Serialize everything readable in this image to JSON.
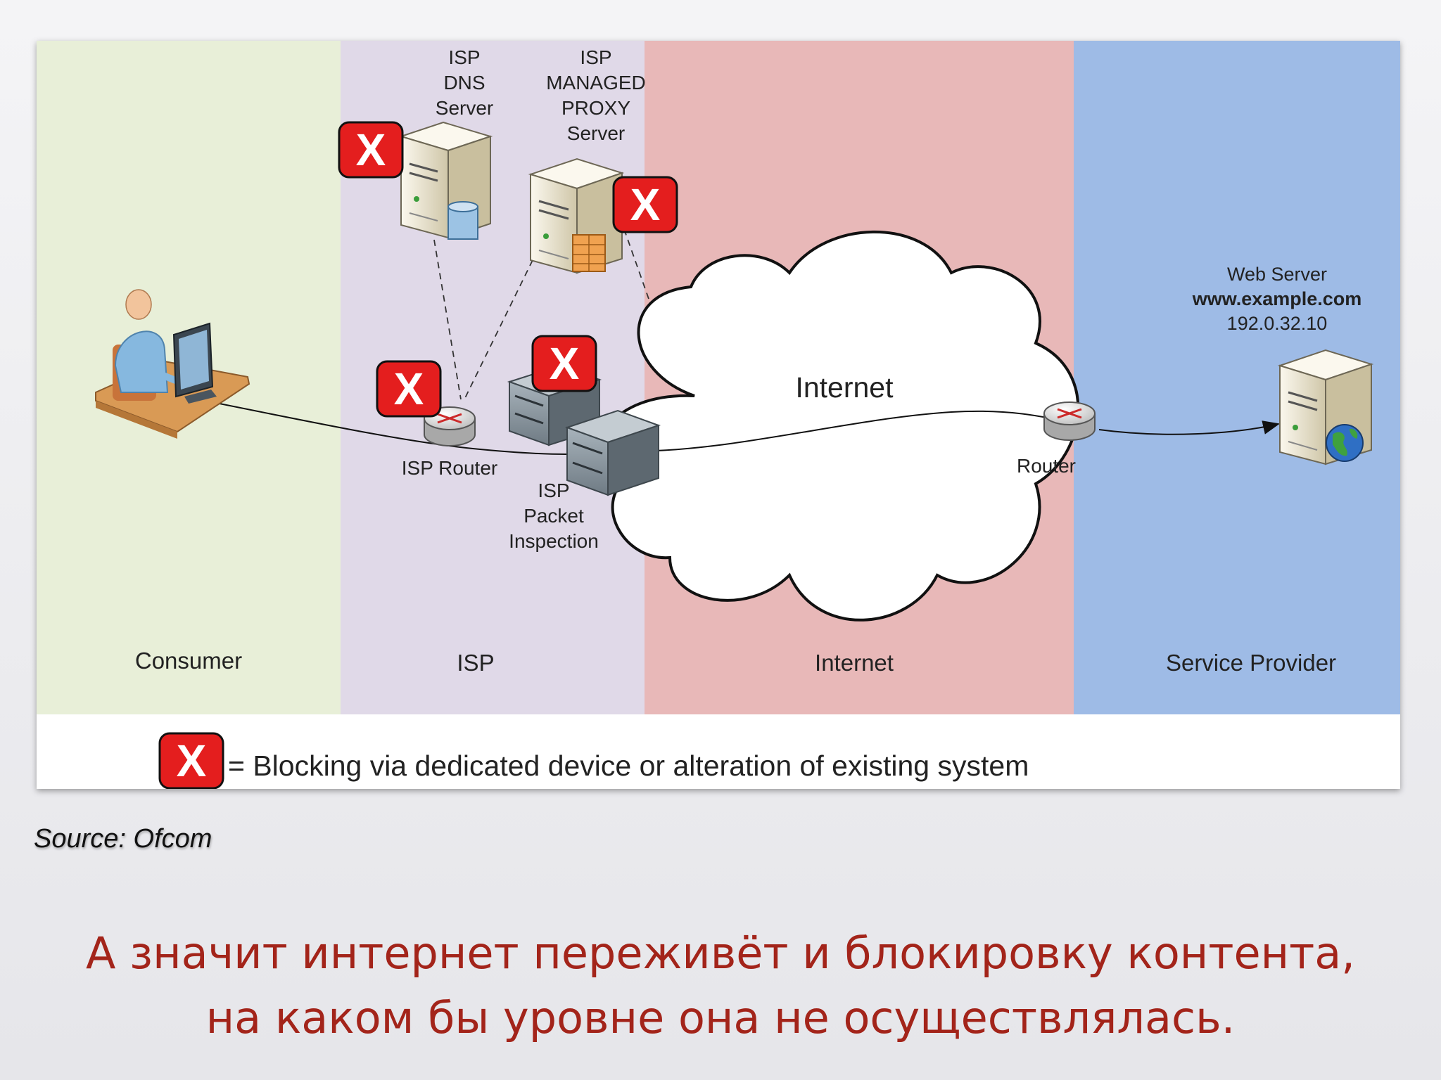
{
  "diagram": {
    "zones": {
      "consumer": {
        "label": "Consumer",
        "color": "#e8efd8"
      },
      "isp": {
        "label": "ISP",
        "color": "#e0d9e8"
      },
      "internet": {
        "label": "Internet",
        "color": "#e8b8b8"
      },
      "provider": {
        "label": "Service Provider",
        "color": "#9ebbe6"
      }
    },
    "nodes": {
      "dns_server": [
        "ISP",
        "DNS",
        "Server"
      ],
      "proxy_server": [
        "ISP",
        "MANAGED",
        "PROXY",
        "Server"
      ],
      "isp_router": "ISP Router",
      "packet_inspection": [
        "ISP",
        "Packet",
        "Inspection"
      ],
      "cloud": "Internet",
      "router": "Router",
      "web_server": {
        "title": "Web Server",
        "host": "www.example.com",
        "ip": "192.0.32.10"
      }
    },
    "block_marker": "X",
    "legend": "= Blocking via dedicated device or alteration of existing system",
    "colors": {
      "block_red": "#e41e1e",
      "server_beige": "#ece5cf",
      "rack_grey": "#8a97a1"
    }
  },
  "source": "Source: Ofcom",
  "caption": {
    "line1": "А значит интернет переживёт и блокировку контента,",
    "line2": "на каком бы уровне она не осуществлялась."
  }
}
